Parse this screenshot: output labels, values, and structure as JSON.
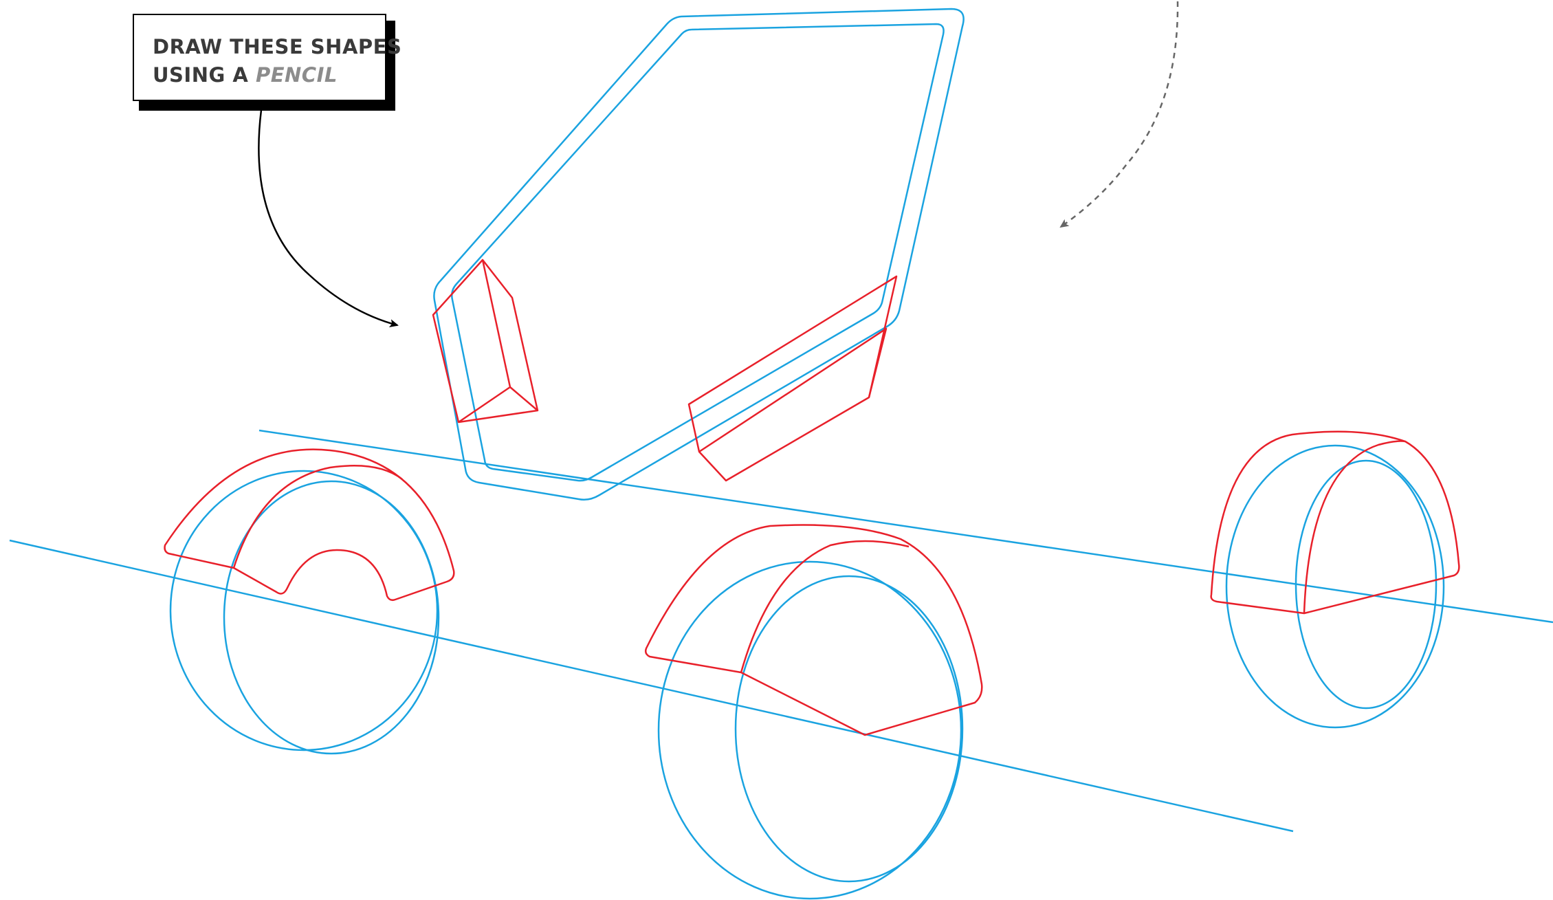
{
  "callout": {
    "line1": "DRAW THESE SHAPES",
    "line2_prefix": "USING A",
    "line2_highlight": "PENCIL"
  },
  "colors": {
    "guide_blue": "#1aa3e0",
    "shape_red": "#e8202a",
    "ink_black": "#000000",
    "arrow_gray": "#666666",
    "highlight_gray": "#8c8c8c"
  },
  "icons": {
    "callout_arrow": "curved-arrow-icon",
    "rotation_hint": "dashed-curved-arrow-icon"
  }
}
